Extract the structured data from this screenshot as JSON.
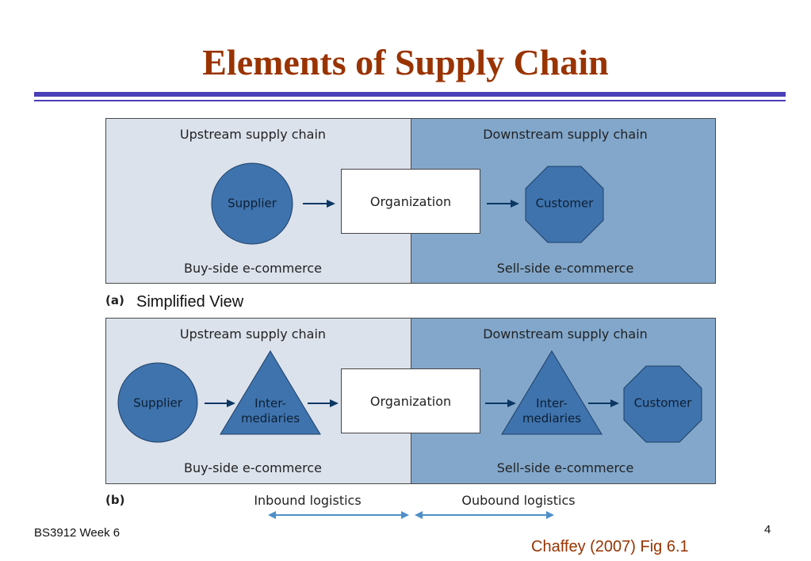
{
  "slide": {
    "title": "Elements of Supply Chain",
    "footer_left": "BS3912 Week 6",
    "page_number": "4",
    "source": "Chaffey (2007) Fig 6.1"
  },
  "diagram_a": {
    "letter": "(a)",
    "caption": "Simplified View",
    "upstream_label": "Upstream supply chain",
    "downstream_label": "Downstream supply chain",
    "buy_side_label": "Buy-side e-commerce",
    "sell_side_label": "Sell-side e-commerce",
    "supplier": "Supplier",
    "organization": "Organization",
    "customer": "Customer"
  },
  "diagram_b": {
    "letter": "(b)",
    "upstream_label": "Upstream supply chain",
    "downstream_label": "Downstream supply chain",
    "buy_side_label": "Buy-side e-commerce",
    "sell_side_label": "Sell-side e-commerce",
    "supplier": "Supplier",
    "intermediaries_left": [
      "Inter-",
      "mediaries"
    ],
    "organization": "Organization",
    "intermediaries_right": [
      "Inter-",
      "mediaries"
    ],
    "customer": "Customer"
  },
  "logistics": {
    "inbound": "Inbound logistics",
    "outbound": "Oubound logistics"
  },
  "colors": {
    "title": "#993300",
    "rule": "#4b3fb8",
    "shape_fill": "#3f73ad",
    "arrow": "#0c3763",
    "logistics_arrow": "#4f8fc8"
  }
}
